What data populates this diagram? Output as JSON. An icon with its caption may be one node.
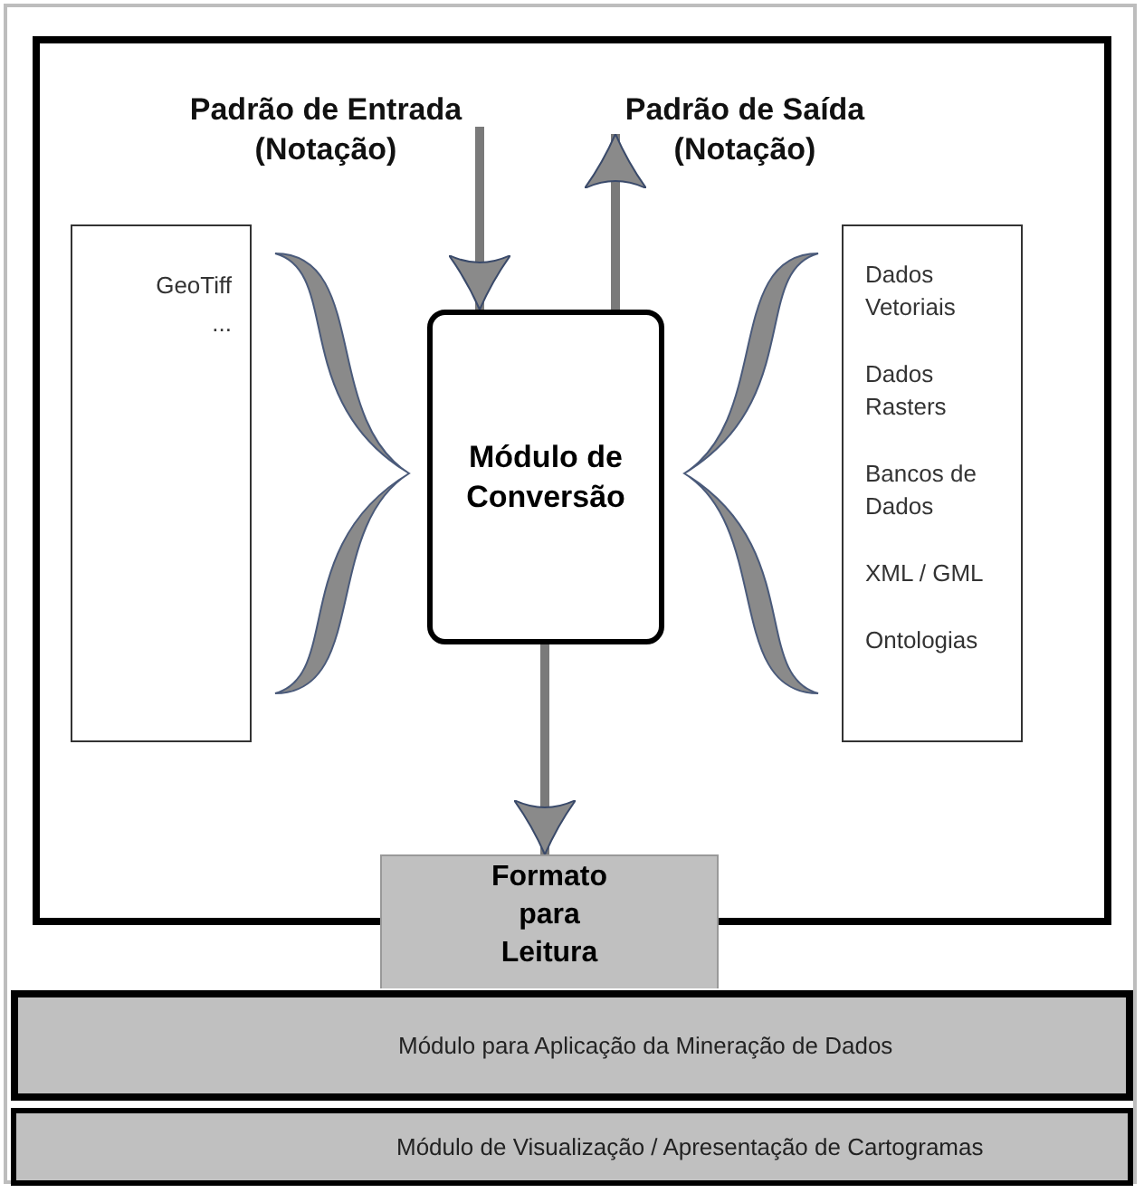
{
  "diagram": {
    "nodes": [
      {
        "text": [],
        "shape": "box"
      },
      {
        "text": [
          "Padrão de Entrada (Notação)"
        ],
        "in": 0
      },
      {
        "text": [
          "Padrão de Saída (Notação)"
        ],
        "in": 0
      },
      {
        "text": [
          "GeoTiff",
          "..."
        ],
        "in": 0
      },
      {
        "text": [
          "Módulo de Conversão"
        ],
        "in": 0
      },
      {
        "text": [
          "Dados Vetoriais",
          "Dados Rasters",
          "Bancos de Dados",
          "XML / GML",
          "Ontologias"
        ],
        "in": 0
      },
      {
        "text": [
          "Formato para Leitura"
        ]
      },
      {
        "text": [
          "Módulo para Aplicação da Mineração de Dados"
        ]
      },
      {
        "text": [
          "Módulo de Visualização / Apresentação de Cartogramas"
        ]
      }
    ],
    "edges": [
      {
        "from": 1,
        "to": 4,
        "arrow": "to"
      },
      {
        "from": 4,
        "to": 2,
        "arrow": "to"
      },
      {
        "from": 4,
        "to": 6,
        "arrow": "to"
      }
    ]
  }
}
